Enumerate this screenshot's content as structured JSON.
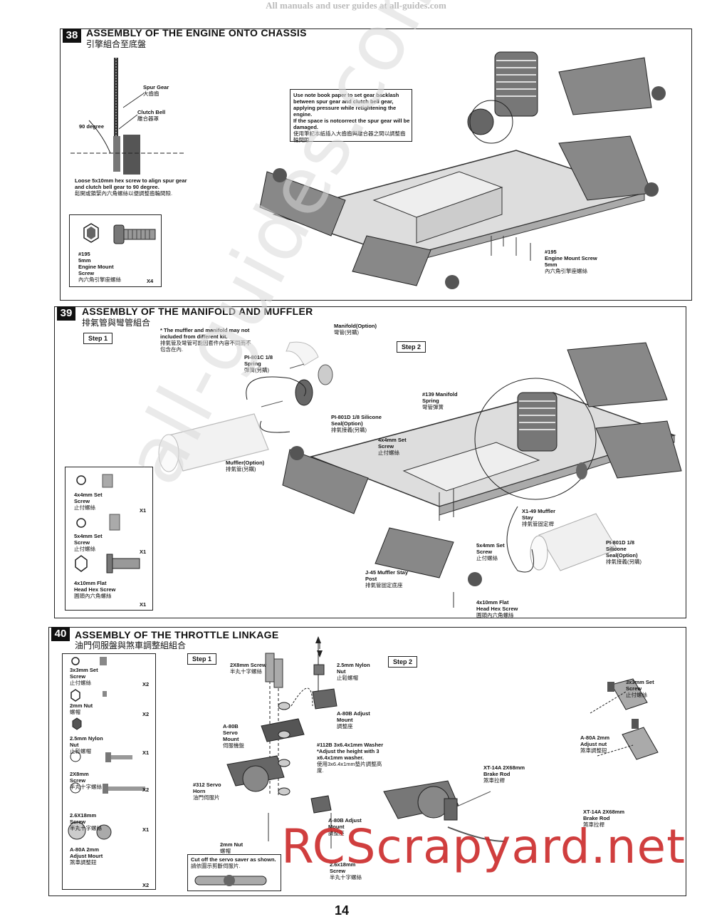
{
  "top_note": "All manuals and user guides at all-guides.com",
  "s38": {
    "num": "38",
    "title": "ASSEMBLY OF THE ENGINE ONTO CHASSIS",
    "title_cn": "引擎組合至底盤",
    "spur_gear": "Spur Gear",
    "spur_gear_cn": "大齒齒",
    "clutch_bell": "Clutch Bell",
    "clutch_bell_cn": "離合器罩",
    "degree": "90 degree",
    "loose_note": "Loose 5x10mm hex screw to align spur gear and clutch bell gear to 90 degree.",
    "loose_note_cn": "鬆開或鎖緊內六角螺絲以便調整齒輪間隙.",
    "backlash_note": "Use note book paper to set gear backlash between spur gear and clutch bell gear, applying pressure while retightening the engine.",
    "warn_note": "If the space is notcorrect the spur gear will be damaged.",
    "backlash_cn": "使用筆記本紙插入大齒齒與離合器之間以調整齒輪間隙.",
    "part_num": "#195",
    "part_size": "5mm",
    "part_name": "Engine Mount Screw",
    "part_cn": "內六角引擎座螺絲",
    "part_qty": "X4",
    "callout_num": "#195",
    "callout_name": "Engine Mount Screw 5mm",
    "callout_cn": "內六角引擎座螺絲"
  },
  "s39": {
    "num": "39",
    "title": "ASSEMBLY OF THE MANIFOLD AND MUFFLER",
    "title_cn": "排氣管與彎管組合",
    "step1": "Step 1",
    "step2": "Step 2",
    "note": "* The muffler and manifold may not included from different kit.",
    "note_cn": "排氣管及彎管可能因套件內容不同而不包含在內.",
    "manifold": "Manifold(Option)",
    "manifold_cn": "彎管(另購)",
    "spring": "PI-801C 1/8 Spring",
    "spring_cn": "彈簧(另購)",
    "seal": "PI-801D 1/8 Silicone Seal(Option)",
    "seal_cn": "排氣接義(另購)",
    "muffler": "Muffler(Option)",
    "muffler_cn": "排氣管(另購)",
    "manifold_spring": "#139 Manifold Spring",
    "manifold_spring_cn": "彎管彈簧",
    "setscrew": "4x4mm Set Screw",
    "setscrew_cn": "止付螺絲",
    "stay": "X1-49 Muffler Stay",
    "stay_cn": "排氣管固定桿",
    "seal2": "PI-801D 1/8 Silicone Seal(Option)",
    "seal2_cn": "排氣接義(另購)",
    "setscrew5": "5x4mm Set Screw",
    "setscrew5_cn": "止付螺絲",
    "post": "J-45 Muffler Stay Post",
    "post_cn": "排氣管固定底座",
    "flathead": "4x10mm Flat Head Hex Screw",
    "flathead_cn": "圓頭內六角螺絲",
    "parts": [
      {
        "name": "4x4mm Set Screw",
        "cn": "止付螺絲",
        "qty": "X1"
      },
      {
        "name": "5x4mm Set Screw",
        "cn": "止付螺絲",
        "qty": "X1"
      },
      {
        "name": "4x10mm Flat Head Hex Screw",
        "cn": "圓頭內六角螺絲",
        "qty": "X1"
      }
    ]
  },
  "s40": {
    "num": "40",
    "title": "ASSEMBLY OF THE THROTTLE LINKAGE",
    "title_cn": "油門伺服盤與煞車調整組組合",
    "step1": "Step 1",
    "step2": "Step 2",
    "parts": [
      {
        "name": "3x3mm Set Screw",
        "cn": "止付螺絲",
        "qty": "X2"
      },
      {
        "name": "2mm Nut",
        "cn": "螺帽",
        "qty": "X2"
      },
      {
        "name": "2.5mm Nylon Nut",
        "cn": "止鬆螺帽",
        "qty": "X1"
      },
      {
        "name": "2X8mm Screw",
        "cn": "半丸十字螺絲",
        "qty": "X2"
      },
      {
        "name": "2.6X18mm Screw",
        "cn": "半丸十字螺絲",
        "qty": "X1"
      },
      {
        "name": "A-80A 2mm Adjust Mourt",
        "cn": "煞車調整鈕",
        "qty": "X2"
      }
    ],
    "screw2x8": "2X8mm Screw",
    "screw2x8_cn": "半丸十字螺絲",
    "nylon": "2.5mm Nylon Nut",
    "nylon_cn": "止鬆螺帽",
    "mount": "A-80B Adjust Mount",
    "mount_cn": "調整座",
    "servo_mount": "A-80B Servo Mount",
    "servo_mount_cn": "伺服機盤",
    "washer": "#112B 3x6.4x1mm Washer",
    "washer_note": "*Adjust the height with 3 x6.4x1mm washer.",
    "washer_cn": "使用3x6.4x1mm墊片調整高度.",
    "horn": "#312 Servo Horn",
    "horn_cn": "油門伺服片",
    "mount2": "A-80B Adjust Mount",
    "mount2_cn": "調整座",
    "nut2": "2mm Nut",
    "nut2_cn": "螺帽",
    "screw26": "2.6x18mm Screw",
    "screw26_cn": "半丸十字螺絲",
    "cut_note": "Cut off the servo saver as shown.",
    "cut_cn": "請依圖示剪斷伺服片.",
    "rod1": "XT-14A 2X68mm Brake Rod",
    "rod1_cn": "煞車拉桿",
    "rod2": "XT-14A 2X68mm Brake Rod",
    "rod2_cn": "煞車拉桿",
    "setscrew": "3x3mm Set Screw",
    "setscrew_cn": "止付螺絲",
    "adjnut": "A-80A 2mm Adjust nut",
    "adjnut_cn": "煞車調整鈕"
  },
  "watermark_diag": "all-guides.com",
  "watermark_site": "RCScrapyard.net",
  "page_number": "14"
}
